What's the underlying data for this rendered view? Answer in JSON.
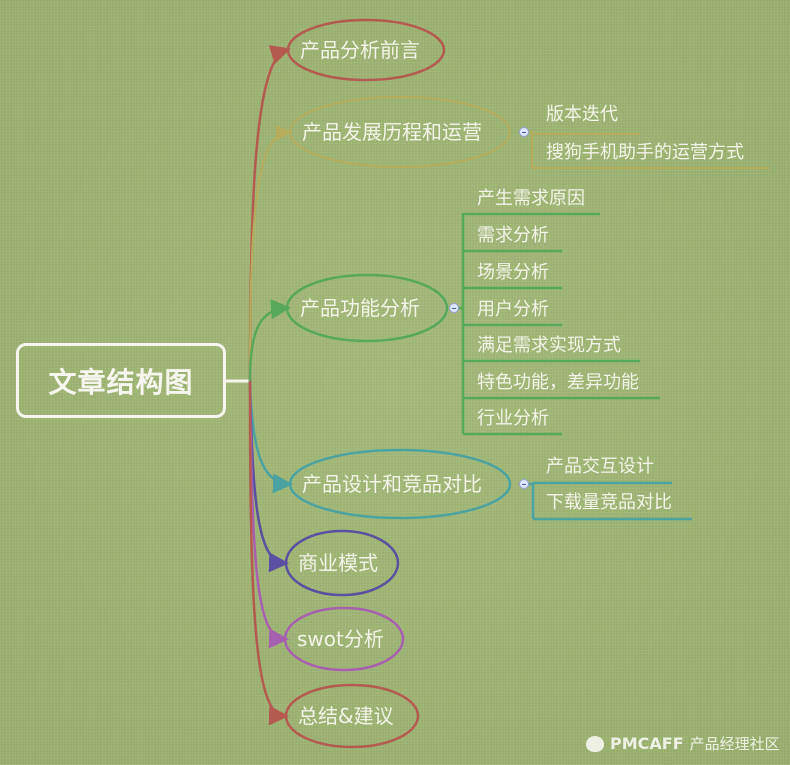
{
  "root": {
    "label": "文章结构图"
  },
  "branches": [
    {
      "label": "产品分析前言",
      "color": "#b55a4e"
    },
    {
      "label": "产品发展历程和运营",
      "color": "#b6ad5c",
      "children": [
        "版本迭代",
        "搜狗手机助手的运营方式"
      ]
    },
    {
      "label": "产品功能分析",
      "color": "#58a85a",
      "children": [
        "产生需求原因",
        "需求分析",
        "场景分析",
        "用户分析",
        "满足需求实现方式",
        "特色功能，差异功能",
        "行业分析"
      ]
    },
    {
      "label": "产品设计和竞品对比",
      "color": "#4aa3a0",
      "children": [
        "产品交互设计",
        "下载量竞品对比"
      ]
    },
    {
      "label": "商业模式",
      "color": "#5a4fa0"
    },
    {
      "label": "swot分析",
      "color": "#a75fb0"
    },
    {
      "label": "总结&建议",
      "color": "#b55a4e"
    }
  ],
  "watermark": {
    "brand": "PMCAFF",
    "text": "产品经理社区"
  }
}
